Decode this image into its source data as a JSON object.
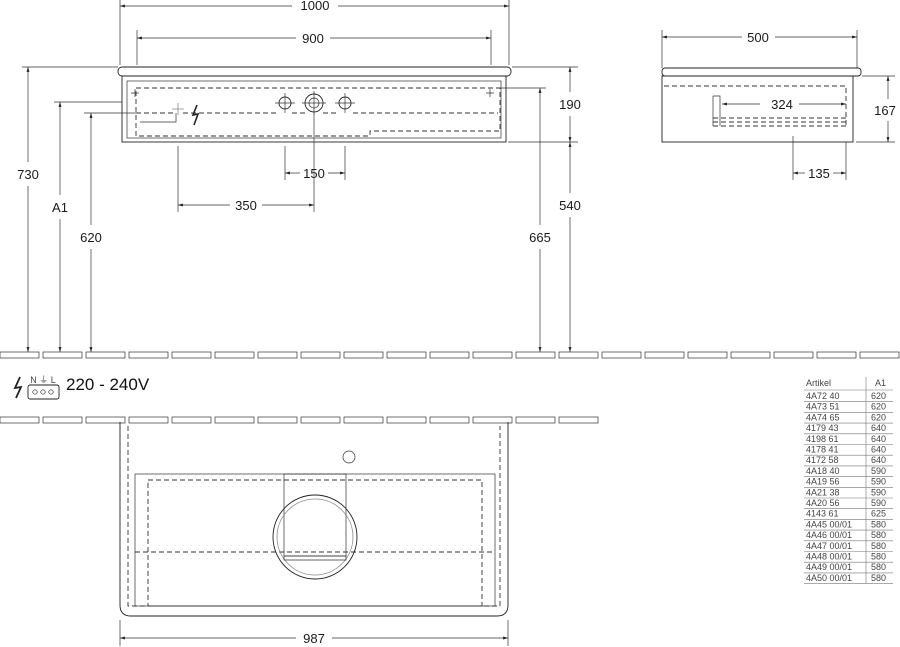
{
  "dimensions": {
    "overall_width": "1000",
    "inner_width": "900",
    "depth": "500",
    "drawer_height": "190",
    "total_height": "730",
    "a1_label": "A1",
    "height_620": "620",
    "height_665": "665",
    "height_540": "540",
    "spacing_150": "150",
    "offset_350": "350",
    "side_324": "324",
    "side_167": "167",
    "side_135": "135",
    "bottom_width": "987"
  },
  "electrical": {
    "terminal_labels": "N ⏚ L",
    "voltage": "220 - 240V"
  },
  "table": {
    "headers": [
      "Artikel",
      "A1"
    ],
    "rows": [
      [
        "4A72 40",
        "620"
      ],
      [
        "4A73 51",
        "620"
      ],
      [
        "4A74 65",
        "620"
      ],
      [
        "4179 43",
        "640"
      ],
      [
        "4198 61",
        "640"
      ],
      [
        "4178 41",
        "640"
      ],
      [
        "4172 58",
        "640"
      ],
      [
        "4A18 40",
        "590"
      ],
      [
        "4A19 56",
        "590"
      ],
      [
        "4A21 38",
        "590"
      ],
      [
        "4A20 56",
        "590"
      ],
      [
        "4143 61",
        "625"
      ],
      [
        "4A45 00/01",
        "580"
      ],
      [
        "4A46 00/01",
        "580"
      ],
      [
        "4A47 00/01",
        "580"
      ],
      [
        "4A48 00/01",
        "580"
      ],
      [
        "4A49 00/01",
        "580"
      ],
      [
        "4A50 00/01",
        "580"
      ]
    ]
  }
}
